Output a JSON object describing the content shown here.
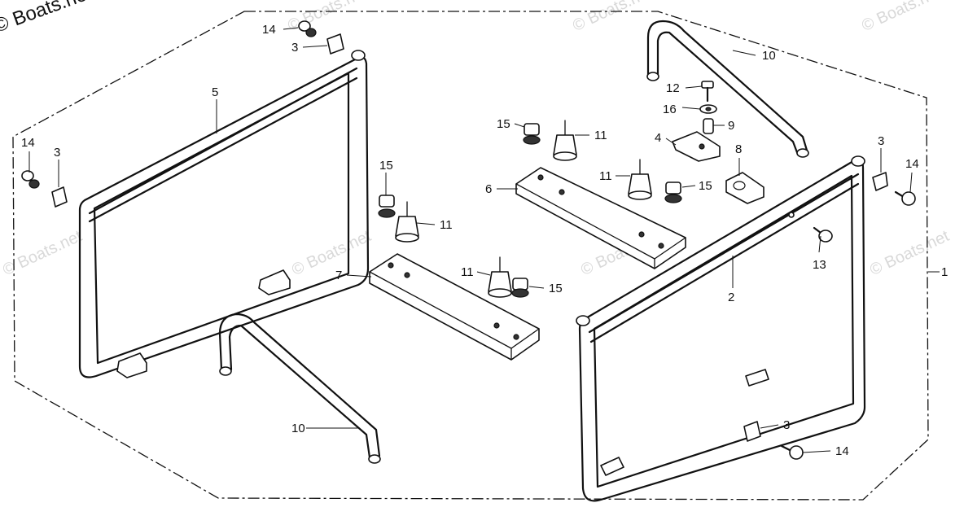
{
  "watermark": {
    "copyright": "© Boats.net",
    "text": "© Boats.net"
  },
  "callouts": {
    "p1": "1",
    "p2": "2",
    "p3a": "3",
    "p3b": "3",
    "p3c": "3",
    "p3d": "3",
    "p4": "4",
    "p5": "5",
    "p6": "6",
    "p7": "7",
    "p8": "8",
    "p9": "9",
    "p10a": "10",
    "p10b": "10",
    "p11a": "11",
    "p11b": "11",
    "p11c": "11",
    "p11d": "11",
    "p12": "12",
    "p13": "13",
    "p14a": "14",
    "p14b": "14",
    "p14c": "14",
    "p14d": "14",
    "p15a": "15",
    "p15b": "15",
    "p15c": "15",
    "p15d": "15",
    "p16": "16"
  }
}
